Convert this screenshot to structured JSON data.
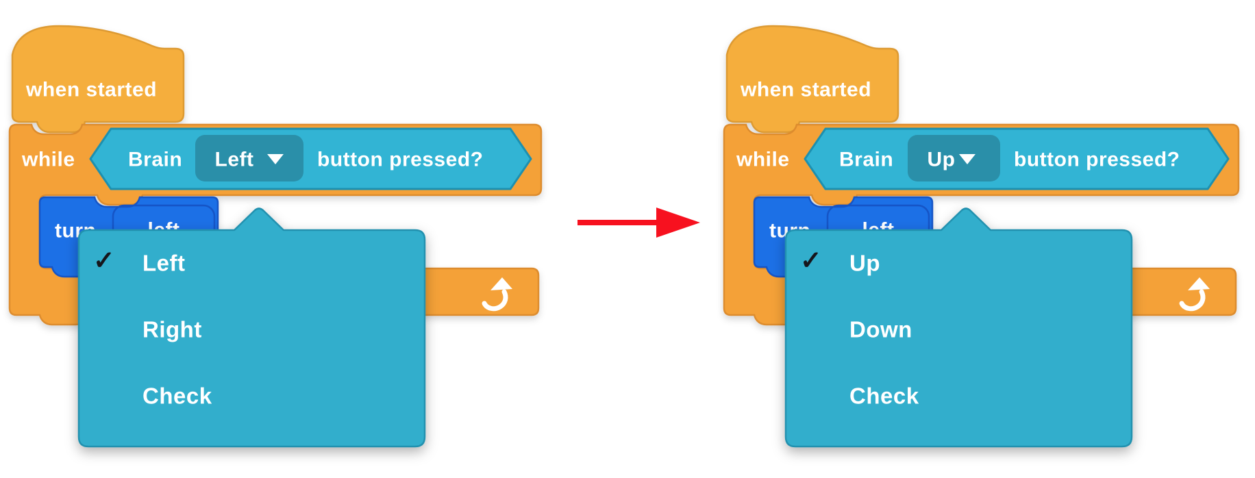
{
  "panels": [
    {
      "hat_block": {
        "label": "when started"
      },
      "while_block": {
        "label": "while"
      },
      "condition_block": {
        "device_label": "Brain",
        "dropdown_value": "Left",
        "suffix_label": "button pressed?"
      },
      "turn_block": {
        "label": "turn",
        "dropdown_value": "left"
      },
      "dropdown_menu": {
        "check_glyph": "✓",
        "items": [
          {
            "label": "Left",
            "checked": true
          },
          {
            "label": "Right",
            "checked": false
          },
          {
            "label": "Check",
            "checked": false
          }
        ]
      }
    },
    {
      "hat_block": {
        "label": "when started"
      },
      "while_block": {
        "label": "while"
      },
      "condition_block": {
        "device_label": "Brain",
        "dropdown_value": "Up",
        "suffix_label": "button pressed?"
      },
      "turn_block": {
        "label": "turn",
        "dropdown_value": "left"
      },
      "dropdown_menu": {
        "check_glyph": "✓",
        "items": [
          {
            "label": "Up",
            "checked": true
          },
          {
            "label": "Down",
            "checked": false
          },
          {
            "label": "Check",
            "checked": false
          }
        ]
      }
    }
  ],
  "colors": {
    "hat_orange": "#F5AE3E",
    "control_orange": "#F4A138",
    "condition_teal": "#33B4D4",
    "condition_field_teal": "#2B8FA9",
    "popup_teal": "#32AECC",
    "drivetrain_blue": "#1C6FE6",
    "arrow_red": "#F7111F",
    "label_white": "#FFFFFF",
    "check_dark": "#17171F"
  }
}
